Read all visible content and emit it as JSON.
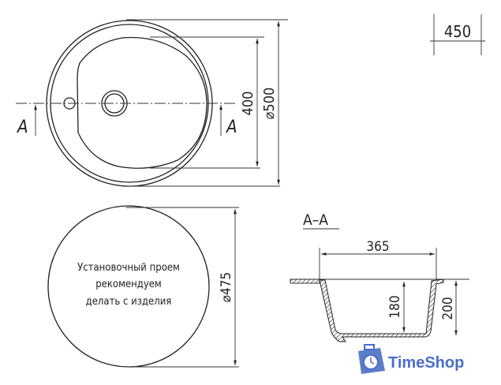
{
  "top_view": {
    "section_mark_left": "A",
    "section_mark_right": "A",
    "dim_bowl": "400",
    "dim_outer": "⌀500"
  },
  "cabinet_box": {
    "width": "450"
  },
  "bottom_view": {
    "note_lines": [
      "Установочный проем",
      "рекомендуем",
      "делать с изделия"
    ],
    "dim_cutout": "⌀475"
  },
  "section": {
    "title": "A–A",
    "dim_width": "365",
    "dim_depth_inner": "180",
    "dim_depth_total": "200"
  },
  "watermark": {
    "text": "TimeShop",
    "color": "#4a6fc4"
  }
}
